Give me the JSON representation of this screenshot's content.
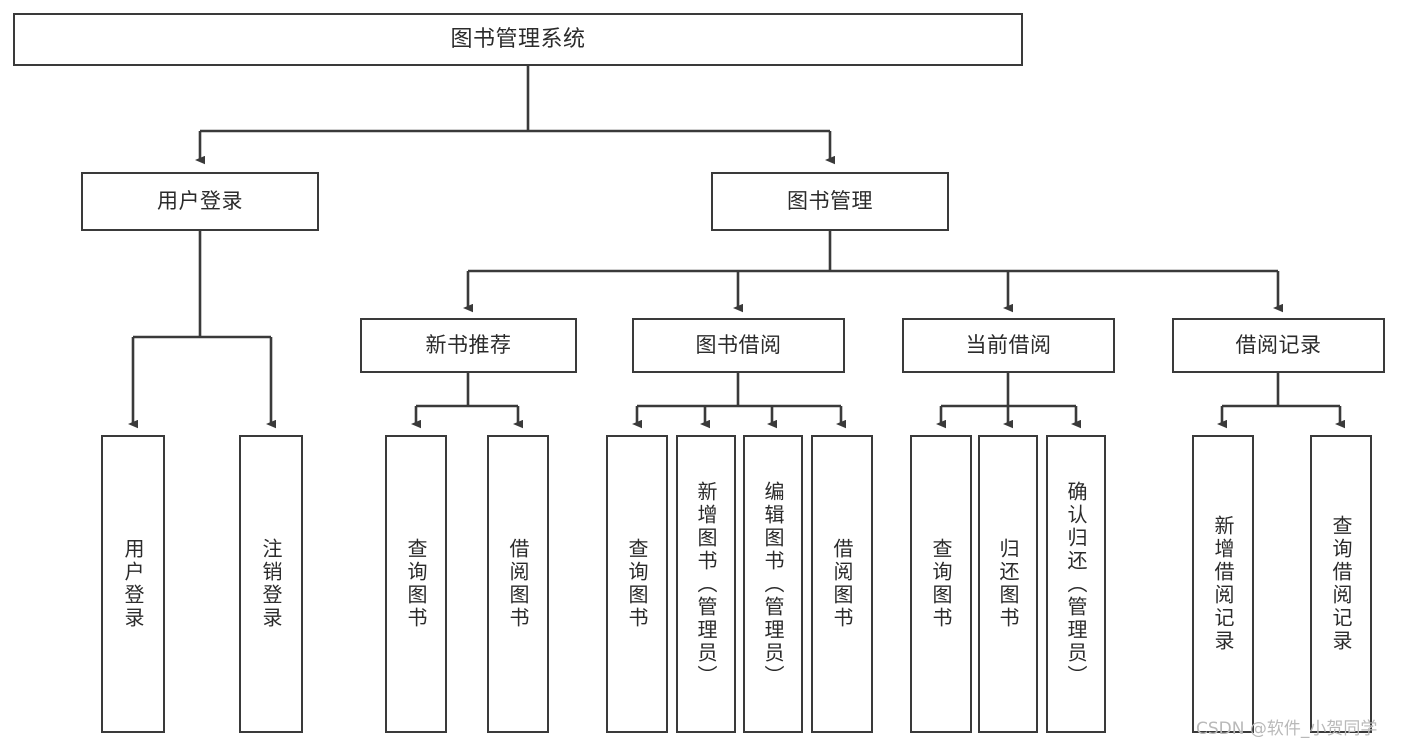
{
  "diagram": {
    "type": "tree-hierarchy-chart",
    "title": "图书管理系统",
    "background_color": "#ffffff",
    "line_color": "#3a3a3a",
    "text_color": "#2b2b2b",
    "nodes": {
      "root": {
        "label": "图书管理系统"
      },
      "level1": [
        {
          "id": "user-login",
          "label": "用户登录"
        },
        {
          "id": "book-management",
          "label": "图书管理"
        }
      ],
      "level2": [
        {
          "id": "new-book-recommend",
          "label": "新书推荐"
        },
        {
          "id": "book-borrow",
          "label": "图书借阅"
        },
        {
          "id": "current-borrow",
          "label": "当前借阅"
        },
        {
          "id": "borrow-record",
          "label": "借阅记录"
        }
      ],
      "leaves": [
        {
          "id": "leaf-user-login",
          "label": "用户登录",
          "parent": "user-login"
        },
        {
          "id": "leaf-logout",
          "label": "注销登录",
          "parent": "user-login"
        },
        {
          "id": "leaf-query-book-1",
          "label": "查询图书",
          "parent": "new-book-recommend"
        },
        {
          "id": "leaf-borrow-book-1",
          "label": "借阅图书",
          "parent": "new-book-recommend"
        },
        {
          "id": "leaf-query-book-2",
          "label": "查询图书",
          "parent": "book-borrow"
        },
        {
          "id": "leaf-add-book",
          "label": "新增图书（管理员）",
          "parent": "book-borrow"
        },
        {
          "id": "leaf-edit-book",
          "label": "编辑图书（管理员）",
          "parent": "book-borrow"
        },
        {
          "id": "leaf-borrow-book-2",
          "label": "借阅图书",
          "parent": "book-borrow"
        },
        {
          "id": "leaf-query-book-3",
          "label": "查询图书",
          "parent": "current-borrow"
        },
        {
          "id": "leaf-return-book",
          "label": "归还图书",
          "parent": "current-borrow"
        },
        {
          "id": "leaf-confirm-return",
          "label": "确认归还（管理员）",
          "parent": "current-borrow"
        },
        {
          "id": "leaf-add-record",
          "label": "新增借阅记录",
          "parent": "borrow-record"
        },
        {
          "id": "leaf-query-record",
          "label": "查询借阅记录",
          "parent": "borrow-record"
        }
      ]
    },
    "watermark": "CSDN @软件_小贺同学"
  }
}
